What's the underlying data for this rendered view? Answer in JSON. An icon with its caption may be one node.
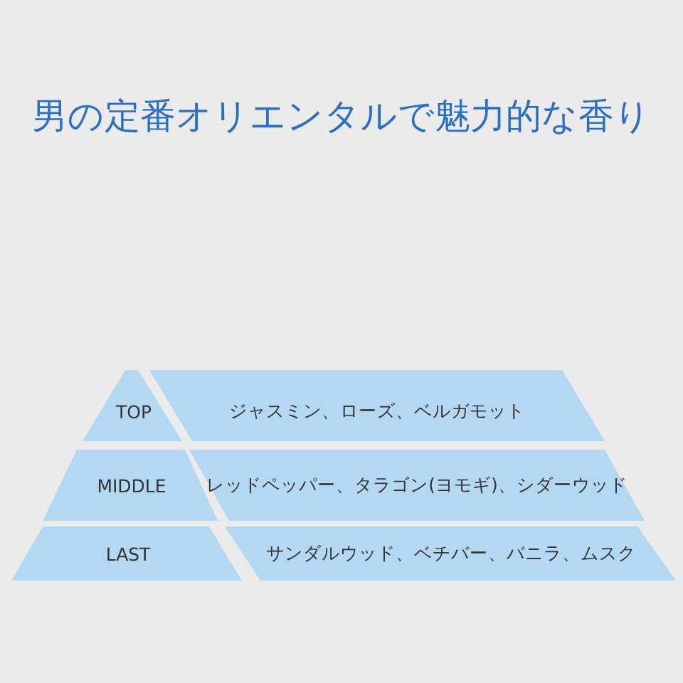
{
  "diagram": {
    "title": "男の定番オリエンタルで魅力的な香り",
    "nodes": [
      {
        "text": [
          "TOP"
        ]
      },
      {
        "text": [
          "ジャスミン、ローズ、ベルガモット"
        ]
      },
      {
        "text": [
          "MIDDLE"
        ]
      },
      {
        "text": [
          "レッドペッパー、タラゴン(ヨモギ)、シダーウッド"
        ]
      },
      {
        "text": [
          "LAST"
        ]
      },
      {
        "text": [
          "サンダルウッド、ベチバー、バニラ、ムスク"
        ]
      }
    ]
  }
}
